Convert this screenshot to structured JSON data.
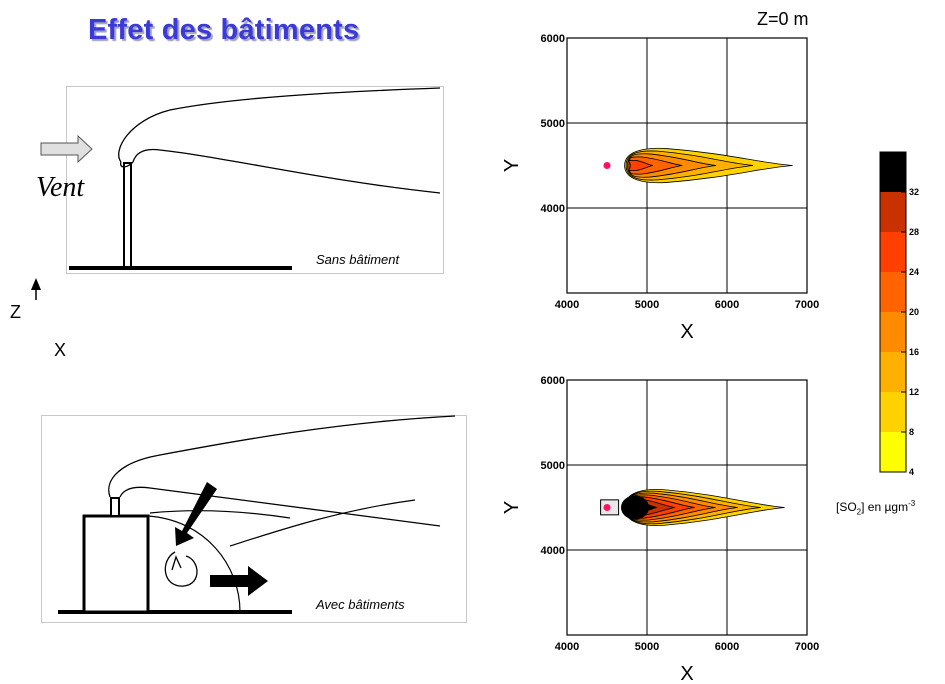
{
  "title": "Effet des bâtiments",
  "height_label": "Z=0 m",
  "left": {
    "vent_label": "Vent",
    "top_caption": "Sans bâtiment",
    "bottom_caption": "Avec bâtiments",
    "axis_z": "Z",
    "axis_x": "X"
  },
  "plots": {
    "x_label": "X",
    "y_label": "Y",
    "x_ticks": [
      "4000",
      "5000",
      "6000",
      "7000"
    ],
    "y_ticks": [
      "6000",
      "5000",
      "4000"
    ]
  },
  "colorbar": {
    "ticks": [
      "32",
      "28",
      "24",
      "20",
      "16",
      "12",
      "8",
      "4"
    ],
    "caption_prefix": "[SO",
    "caption_sub": "2",
    "caption_mid": "] en µgm",
    "caption_sup": "-3",
    "colors": [
      "#000000",
      "#c83200",
      "#ff4000",
      "#ff6400",
      "#ff8c00",
      "#ffb000",
      "#ffd200",
      "#ffff00"
    ]
  },
  "chart_data": [
    {
      "type": "heatmap",
      "title": "Sans bâtiment",
      "xlabel": "X",
      "ylabel": "Y",
      "xlim": [
        4000,
        7000
      ],
      "ylim": [
        3000,
        6000
      ],
      "source": [
        4500,
        4500
      ],
      "contours": [
        4,
        8,
        12,
        16,
        20
      ],
      "max_value": 24,
      "units": "µgm-3"
    },
    {
      "type": "heatmap",
      "title": "Avec bâtiments",
      "xlabel": "X",
      "ylabel": "Y",
      "xlim": [
        4000,
        7000
      ],
      "ylim": [
        3000,
        6000
      ],
      "source": [
        4500,
        4500
      ],
      "contours": [
        4,
        8,
        12,
        16,
        20,
        24,
        28,
        32
      ],
      "max_value": 36,
      "units": "µgm-3"
    }
  ]
}
